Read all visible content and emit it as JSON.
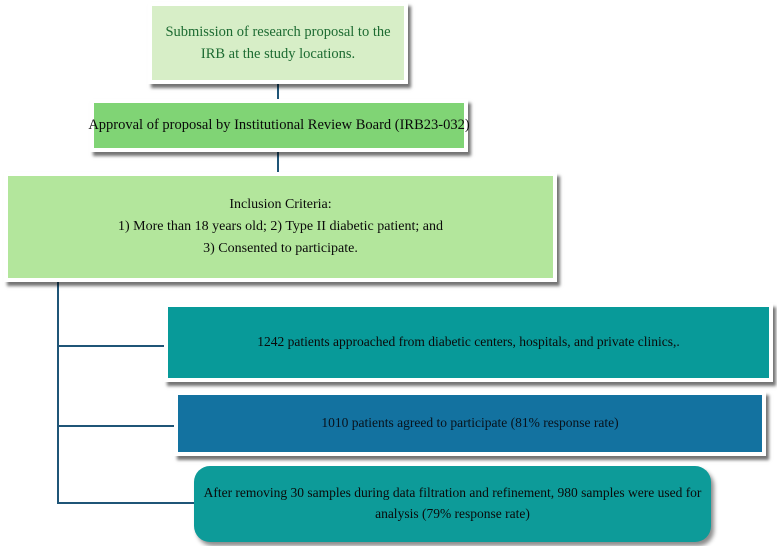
{
  "diagram": {
    "title": "Participant recruitment and ethics approval flowchart",
    "colors": {
      "light_green": "#d7eec7",
      "bright_green": "#80d475",
      "mid_green": "#b3e69c",
      "teal": "#089a99",
      "blue": "#1372a0",
      "rounded_teal": "#0d9b99",
      "connector": "#1f5577",
      "green_text": "#1d6b32",
      "black_text": "#0a0a0a"
    },
    "nodes": [
      {
        "id": "submission",
        "lines": [
          "Submission of research proposal to the",
          "IRB at the study locations."
        ]
      },
      {
        "id": "approval",
        "lines": [
          "Approval of proposal by Institutional Review Board (IRB23-032)"
        ]
      },
      {
        "id": "inclusion",
        "lines": [
          "Inclusion Criteria:",
          "1) More than 18 years old; 2) Type II diabetic patient; and",
          "3) Consented to participate."
        ]
      },
      {
        "id": "approached",
        "lines": [
          "1242 patients approached from diabetic centers, hospitals, and private clinics,."
        ]
      },
      {
        "id": "agreed",
        "lines": [
          "1010 patients agreed to participate (81% response rate)"
        ]
      },
      {
        "id": "final",
        "lines": [
          "After removing 30 samples during data filtration and refinement, 980 samples were used for",
          "analysis (79% response rate)"
        ]
      }
    ]
  }
}
